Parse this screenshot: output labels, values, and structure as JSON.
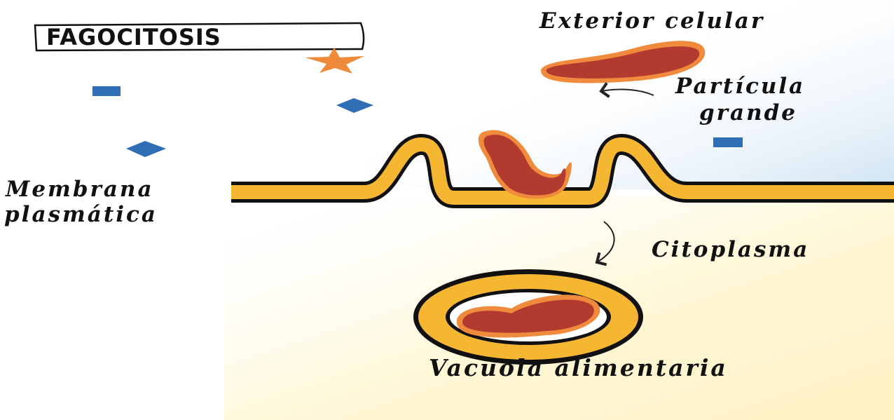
{
  "title": "FAGOCITOSIS",
  "labels": {
    "exterior": "Exterior celular",
    "particle_line1": "Partícula",
    "particle_line2": "grande",
    "membrane_line1": "Membrana",
    "membrane_line2": "plasmática",
    "cytoplasm": "Citoplasma",
    "vacuole": "Vacuola alimentaria"
  },
  "colors": {
    "membrane_fill": "#f5b731",
    "membrane_outline": "#111111",
    "particle_fill": "#b23a2e",
    "particle_rim": "#f08a3c",
    "decor_blue": "#2f6db5",
    "star": "#ee8a3a",
    "exterior_tint": "#cfe3f3",
    "cytoplasm_tint": "#fff5cf"
  },
  "icons": {
    "star": "star-icon",
    "square": "blue-square-icon",
    "diamond": "blue-diamond-icon"
  }
}
